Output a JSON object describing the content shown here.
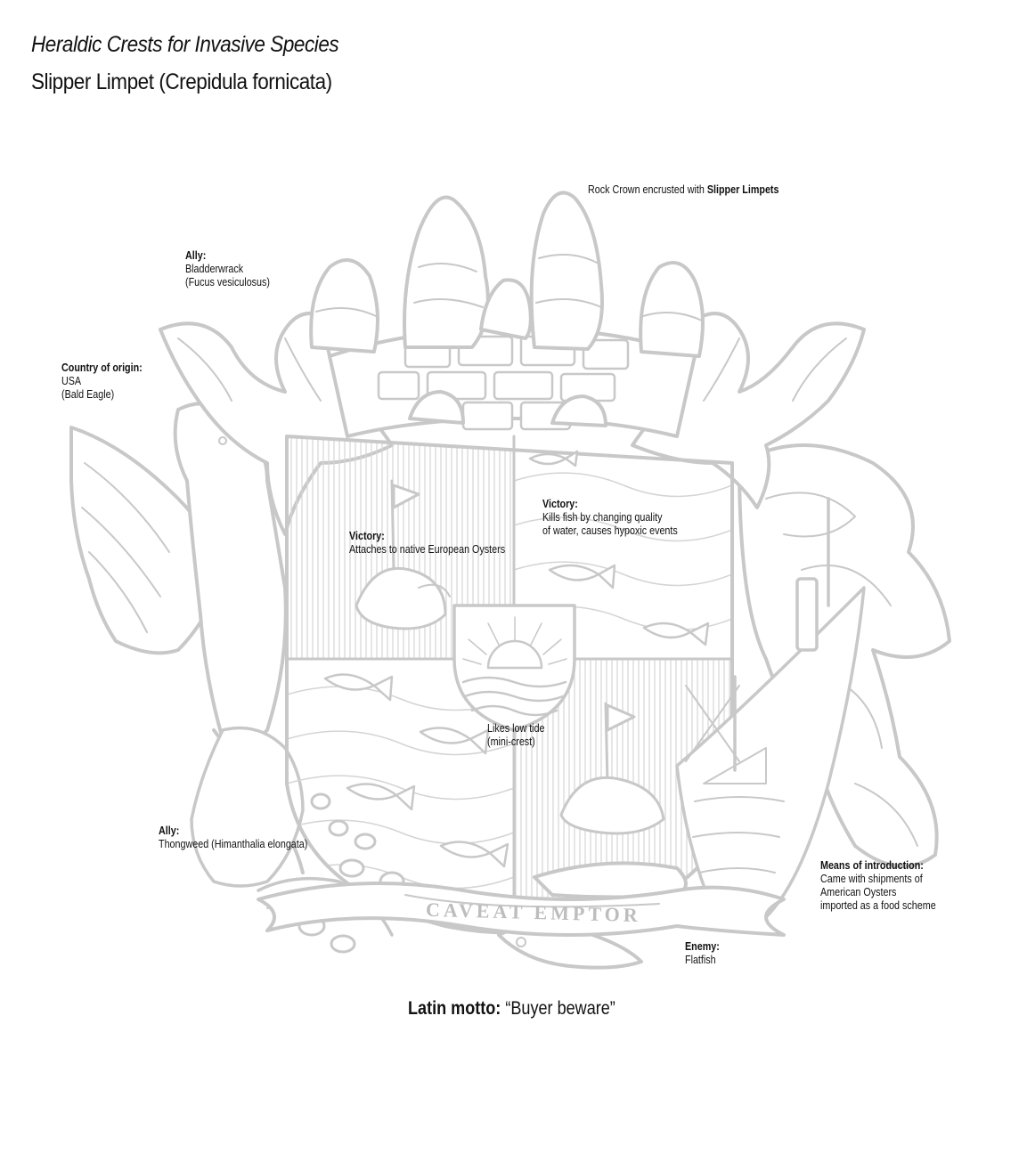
{
  "header": {
    "title": "Heraldic Crests for Invasive Species",
    "subtitle": "Slipper Limpet (Crepidula fornicata)"
  },
  "callouts": {
    "crown": {
      "prefix": "Rock Crown encrusted with ",
      "bold": "Slipper Limpets"
    },
    "ally_bladderwrack": {
      "heading": "Ally:",
      "lines": [
        "Bladderwrack",
        "(Fucus vesiculosus)"
      ]
    },
    "country": {
      "heading": "Country of origin:",
      "lines": [
        "USA",
        "(Bald Eagle)"
      ]
    },
    "victory_oysters": {
      "heading": "Victory:",
      "lines": [
        "Attaches to native European Oysters"
      ]
    },
    "victory_fish": {
      "heading": "Victory:",
      "lines": [
        "Kills fish by changing quality",
        "of water, causes hypoxic events"
      ]
    },
    "low_tide": {
      "lines": [
        "Likes low tide",
        "(mini-crest)"
      ]
    },
    "ally_thongweed": {
      "heading": "Ally:",
      "lines": [
        "Thongweed (Himanthalia elongata)"
      ]
    },
    "introduction": {
      "heading": "Means of introduction:",
      "lines": [
        "Came with shipments of",
        "American Oysters",
        "imported as a food scheme"
      ]
    },
    "enemy": {
      "heading": "Enemy:",
      "lines": [
        "Flatfish"
      ]
    }
  },
  "banner": {
    "text": "CAVEAT EMPTOR"
  },
  "motto": {
    "label": "Latin motto:",
    "text": "“Buyer beware”"
  },
  "colors": {
    "line": "#c8c8c8",
    "text": "#111111",
    "background": "#ffffff"
  }
}
